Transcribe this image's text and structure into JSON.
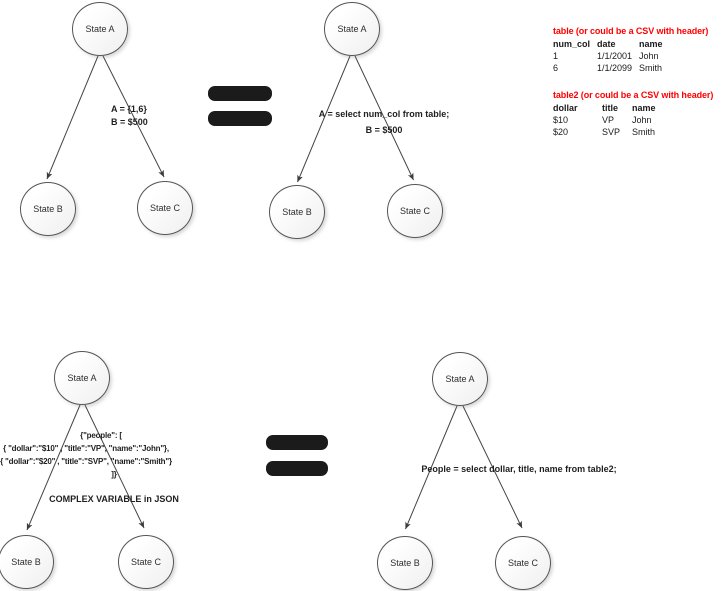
{
  "diagram_title": "State machine variable-assignment equivalence diagram",
  "trees": [
    {
      "id": "top-left",
      "nodes": [
        {
          "label": "State A"
        },
        {
          "label": "State B"
        },
        {
          "label": "State C"
        }
      ],
      "edges": [
        "State A -> State B",
        "State A -> State C"
      ],
      "annotation_lines": [
        "A = {1,6}",
        "B = $500"
      ]
    },
    {
      "id": "top-right",
      "nodes": [
        {
          "label": "State A"
        },
        {
          "label": "State B"
        },
        {
          "label": "State C"
        }
      ],
      "edges": [
        "State A -> State B",
        "State A -> State C"
      ],
      "annotation_lines": [
        "A = select num_col from table;",
        "B = $500"
      ]
    },
    {
      "id": "bottom-left",
      "nodes": [
        {
          "label": "State A"
        },
        {
          "label": "State B"
        },
        {
          "label": "State C"
        }
      ],
      "edges": [
        "State A -> State B",
        "State A -> State C"
      ],
      "annotation_lines": [
        "{\"people\": [",
        "{ \"dollar\":\"$10\" , \"title\":\"VP\", \"name\":\"John\"},",
        "{ \"dollar\":\"$20\" , \"title\":\"SVP\", \"name\":\"Smith\"}",
        "]}"
      ],
      "caption": "COMPLEX VARIABLE in JSON"
    },
    {
      "id": "bottom-right",
      "nodes": [
        {
          "label": "State A"
        },
        {
          "label": "State B"
        },
        {
          "label": "State C"
        }
      ],
      "edges": [
        "State A -> State B",
        "State A -> State C"
      ],
      "annotation_lines": [
        "People = select dollar, title, name from table2;"
      ]
    }
  ],
  "equals_signs": [
    {
      "between": "top-left and top-right trees"
    },
    {
      "between": "bottom-left and bottom-right trees"
    }
  ],
  "tables": [
    {
      "title": "table (or could be a CSV with header)",
      "headers": [
        "num_col",
        "date",
        "name"
      ],
      "rows": [
        [
          "1",
          "1/1/2001",
          "John"
        ],
        [
          "6",
          "1/1/2099",
          "Smith"
        ]
      ]
    },
    {
      "title": "table2 (or could be a CSV with header)",
      "headers": [
        "dollar",
        "title",
        "name"
      ],
      "rows": [
        [
          "$10",
          "VP",
          "John"
        ],
        [
          "$20",
          "SVP",
          "Smith"
        ]
      ]
    }
  ],
  "colors": {
    "table_title_red": "#ff0000",
    "equals_black": "#1b1b1b",
    "node_border_gray": "#555555",
    "arrow_gray": "#454545"
  }
}
